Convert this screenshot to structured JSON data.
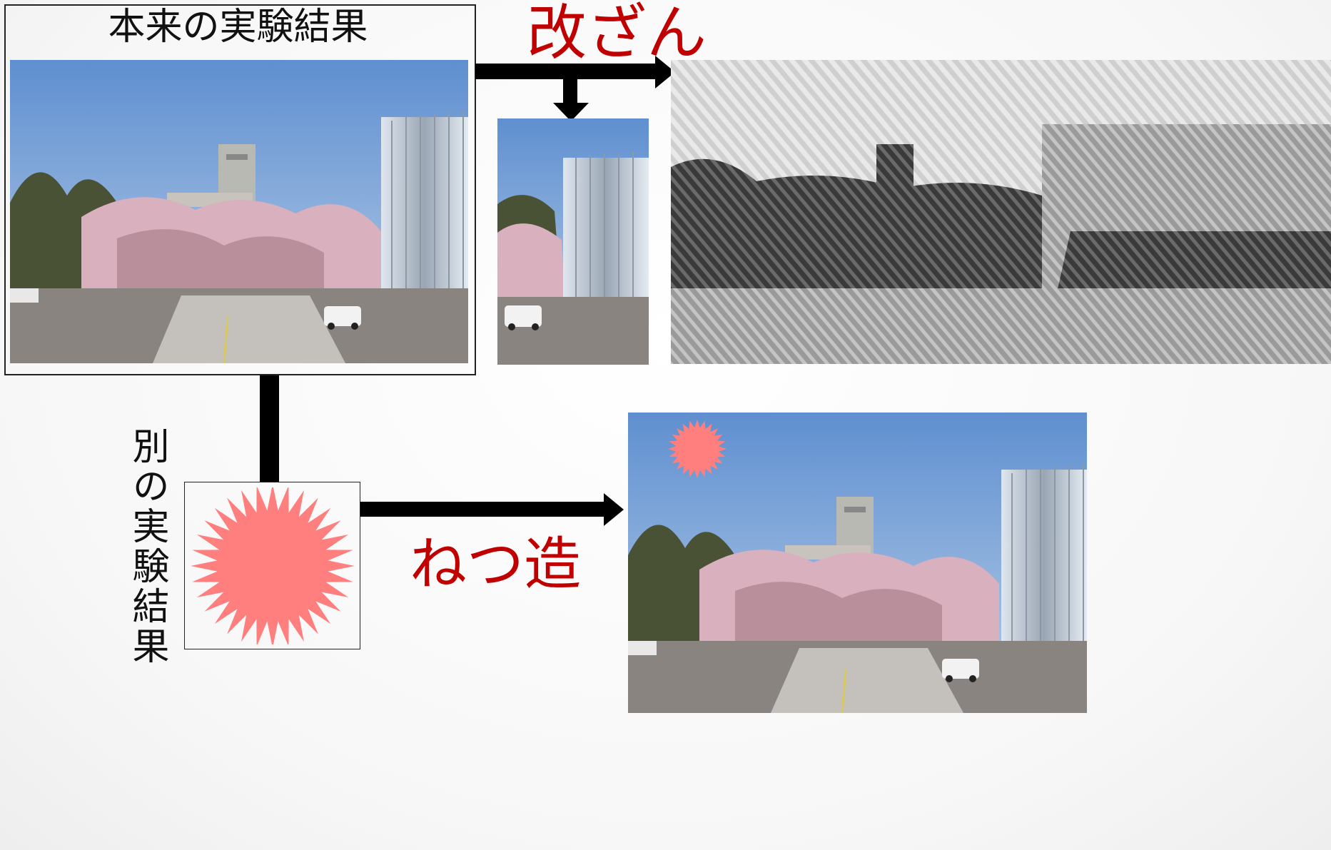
{
  "labels": {
    "original_result": "本来の実験結果",
    "tamper": "改ざん",
    "other_result": "別の実験結果",
    "fabrication": "ねつ造"
  },
  "colors": {
    "red_text": "#c00000",
    "starburst": "#ff7f7f",
    "arrow": "#000000"
  },
  "icons": {
    "arrow": "arrow-right-icon",
    "starburst": "starburst-icon"
  }
}
